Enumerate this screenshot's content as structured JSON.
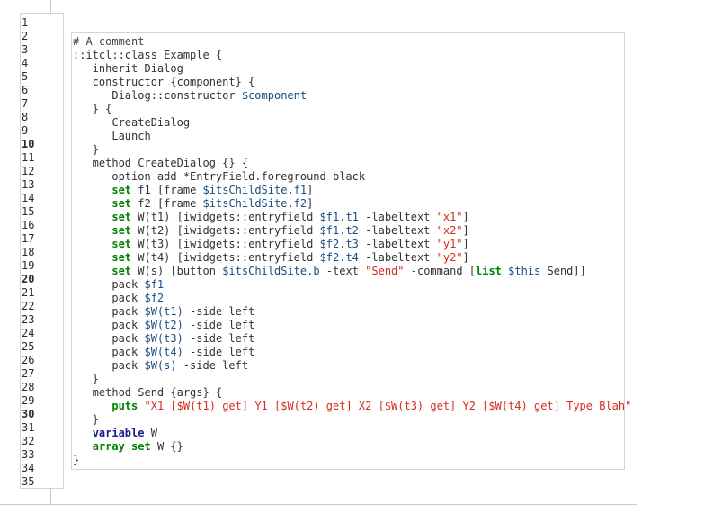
{
  "editor": {
    "line_numbers": [
      "1",
      "2",
      "3",
      "4",
      "5",
      "6",
      "7",
      "8",
      "9",
      "10",
      "11",
      "12",
      "13",
      "14",
      "15",
      "16",
      "17",
      "18",
      "19",
      "20",
      "21",
      "22",
      "23",
      "24",
      "25",
      "26",
      "27",
      "28",
      "29",
      "30",
      "31",
      "32",
      "33",
      "34",
      "35"
    ],
    "bold_line_numbers": [
      "10",
      "20",
      "30"
    ],
    "code_lines": [
      [
        {
          "t": "cm",
          "v": "# A comment"
        }
      ],
      [
        {
          "t": "txt",
          "v": "::itcl::class Example {"
        }
      ],
      [
        {
          "t": "txt",
          "v": "   inherit Dialog"
        }
      ],
      [
        {
          "t": "txt",
          "v": "   constructor {component} {"
        }
      ],
      [
        {
          "t": "txt",
          "v": "      Dialog::constructor "
        },
        {
          "t": "var",
          "v": "$component"
        }
      ],
      [
        {
          "t": "txt",
          "v": "   } {"
        }
      ],
      [
        {
          "t": "txt",
          "v": "      CreateDialog"
        }
      ],
      [
        {
          "t": "txt",
          "v": "      Launch"
        }
      ],
      [
        {
          "t": "txt",
          "v": "   }"
        }
      ],
      [
        {
          "t": "txt",
          "v": "   method CreateDialog {} {"
        }
      ],
      [
        {
          "t": "txt",
          "v": "      option add *EntryField.foreground black"
        }
      ],
      [
        {
          "t": "txt",
          "v": "      "
        },
        {
          "t": "kw",
          "v": "set"
        },
        {
          "t": "txt",
          "v": " f1 [frame "
        },
        {
          "t": "var",
          "v": "$itsChildSite.f1"
        },
        {
          "t": "txt",
          "v": "]"
        }
      ],
      [
        {
          "t": "txt",
          "v": "      "
        },
        {
          "t": "kw",
          "v": "set"
        },
        {
          "t": "txt",
          "v": " f2 [frame "
        },
        {
          "t": "var",
          "v": "$itsChildSite.f2"
        },
        {
          "t": "txt",
          "v": "]"
        }
      ],
      [
        {
          "t": "txt",
          "v": "      "
        },
        {
          "t": "kw",
          "v": "set"
        },
        {
          "t": "txt",
          "v": " W(t1) [iwidgets::entryfield "
        },
        {
          "t": "var",
          "v": "$f1.t1"
        },
        {
          "t": "txt",
          "v": " -labeltext "
        },
        {
          "t": "str",
          "v": "\"x1\""
        },
        {
          "t": "txt",
          "v": "]"
        }
      ],
      [
        {
          "t": "txt",
          "v": "      "
        },
        {
          "t": "kw",
          "v": "set"
        },
        {
          "t": "txt",
          "v": " W(t2) [iwidgets::entryfield "
        },
        {
          "t": "var",
          "v": "$f1.t2"
        },
        {
          "t": "txt",
          "v": " -labeltext "
        },
        {
          "t": "str",
          "v": "\"x2\""
        },
        {
          "t": "txt",
          "v": "]"
        }
      ],
      [
        {
          "t": "txt",
          "v": "      "
        },
        {
          "t": "kw",
          "v": "set"
        },
        {
          "t": "txt",
          "v": " W(t3) [iwidgets::entryfield "
        },
        {
          "t": "var",
          "v": "$f2.t3"
        },
        {
          "t": "txt",
          "v": " -labeltext "
        },
        {
          "t": "str",
          "v": "\"y1\""
        },
        {
          "t": "txt",
          "v": "]"
        }
      ],
      [
        {
          "t": "txt",
          "v": "      "
        },
        {
          "t": "kw",
          "v": "set"
        },
        {
          "t": "txt",
          "v": " W(t4) [iwidgets::entryfield "
        },
        {
          "t": "var",
          "v": "$f2.t4"
        },
        {
          "t": "txt",
          "v": " -labeltext "
        },
        {
          "t": "str",
          "v": "\"y2\""
        },
        {
          "t": "txt",
          "v": "]"
        }
      ],
      [
        {
          "t": "txt",
          "v": "      "
        },
        {
          "t": "kw",
          "v": "set"
        },
        {
          "t": "txt",
          "v": " W(s) [button "
        },
        {
          "t": "var",
          "v": "$itsChildSite.b"
        },
        {
          "t": "txt",
          "v": " -text "
        },
        {
          "t": "str",
          "v": "\"Send\""
        },
        {
          "t": "txt",
          "v": " -command ["
        },
        {
          "t": "kw",
          "v": "list"
        },
        {
          "t": "txt",
          "v": " "
        },
        {
          "t": "var",
          "v": "$this"
        },
        {
          "t": "txt",
          "v": " Send]]"
        }
      ],
      [
        {
          "t": "txt",
          "v": "      pack "
        },
        {
          "t": "var",
          "v": "$f1"
        }
      ],
      [
        {
          "t": "txt",
          "v": "      pack "
        },
        {
          "t": "var",
          "v": "$f2"
        }
      ],
      [
        {
          "t": "txt",
          "v": "      pack "
        },
        {
          "t": "var",
          "v": "$W(t1)"
        },
        {
          "t": "txt",
          "v": " -side left"
        }
      ],
      [
        {
          "t": "txt",
          "v": "      pack "
        },
        {
          "t": "var",
          "v": "$W(t2)"
        },
        {
          "t": "txt",
          "v": " -side left"
        }
      ],
      [
        {
          "t": "txt",
          "v": "      pack "
        },
        {
          "t": "var",
          "v": "$W(t3)"
        },
        {
          "t": "txt",
          "v": " -side left"
        }
      ],
      [
        {
          "t": "txt",
          "v": "      pack "
        },
        {
          "t": "var",
          "v": "$W(t4)"
        },
        {
          "t": "txt",
          "v": " -side left"
        }
      ],
      [
        {
          "t": "txt",
          "v": "      pack "
        },
        {
          "t": "var",
          "v": "$W(s)"
        },
        {
          "t": "txt",
          "v": " -side left"
        }
      ],
      [
        {
          "t": "txt",
          "v": "   }"
        }
      ],
      [
        {
          "t": "txt",
          "v": "   method Send {args} {"
        }
      ],
      [
        {
          "t": "txt",
          "v": "      "
        },
        {
          "t": "kw",
          "v": "puts"
        },
        {
          "t": "txt",
          "v": " "
        },
        {
          "t": "str",
          "v": "\"X1 [$W(t1) get] Y1 [$W(t2) get] X2 [$W(t3) get] Y2 [$W(t4) get] Type Blah\""
        }
      ],
      [
        {
          "t": "txt",
          "v": "   }"
        }
      ],
      [
        {
          "t": "txt",
          "v": "   "
        },
        {
          "t": "kw2",
          "v": "variable"
        },
        {
          "t": "txt",
          "v": " W"
        }
      ],
      [
        {
          "t": "txt",
          "v": "   "
        },
        {
          "t": "kw",
          "v": "array"
        },
        {
          "t": "txt",
          "v": " "
        },
        {
          "t": "kw",
          "v": "set"
        },
        {
          "t": "txt",
          "v": " W {}"
        }
      ],
      [
        {
          "t": "txt",
          "v": "}"
        }
      ]
    ]
  },
  "colors": {
    "keyword": "#008000",
    "keyword_variable": "#1a1a8c",
    "variable": "#1a4d80",
    "string": "#d42c1f",
    "text": "#333333",
    "border": "#d4d4d4"
  }
}
